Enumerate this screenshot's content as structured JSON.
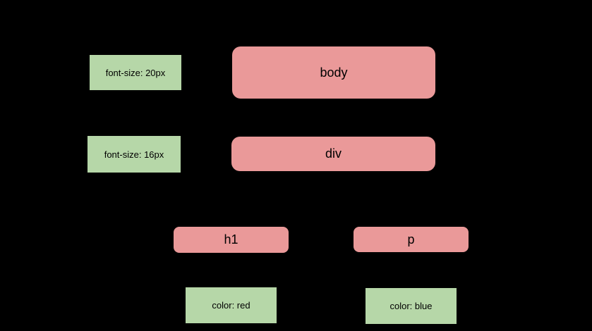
{
  "diagram": {
    "title": "css-inheritance-dom-tree",
    "colors": {
      "background": "#000000",
      "element_node_fill": "#ea9999",
      "style_node_fill": "#b6d7a8",
      "label_text": "#000000",
      "connector": "#000000"
    },
    "nodes": {
      "body": {
        "label": "body"
      },
      "div": {
        "label": "div"
      },
      "h1": {
        "label": "h1"
      },
      "p": {
        "label": "p"
      }
    },
    "style_labels": {
      "body_style": {
        "label": "font-size: 20px"
      },
      "div_style": {
        "label": "font-size: 16px"
      },
      "h1_style": {
        "label": "color: red"
      },
      "p_style": {
        "label": "color: blue"
      }
    }
  }
}
